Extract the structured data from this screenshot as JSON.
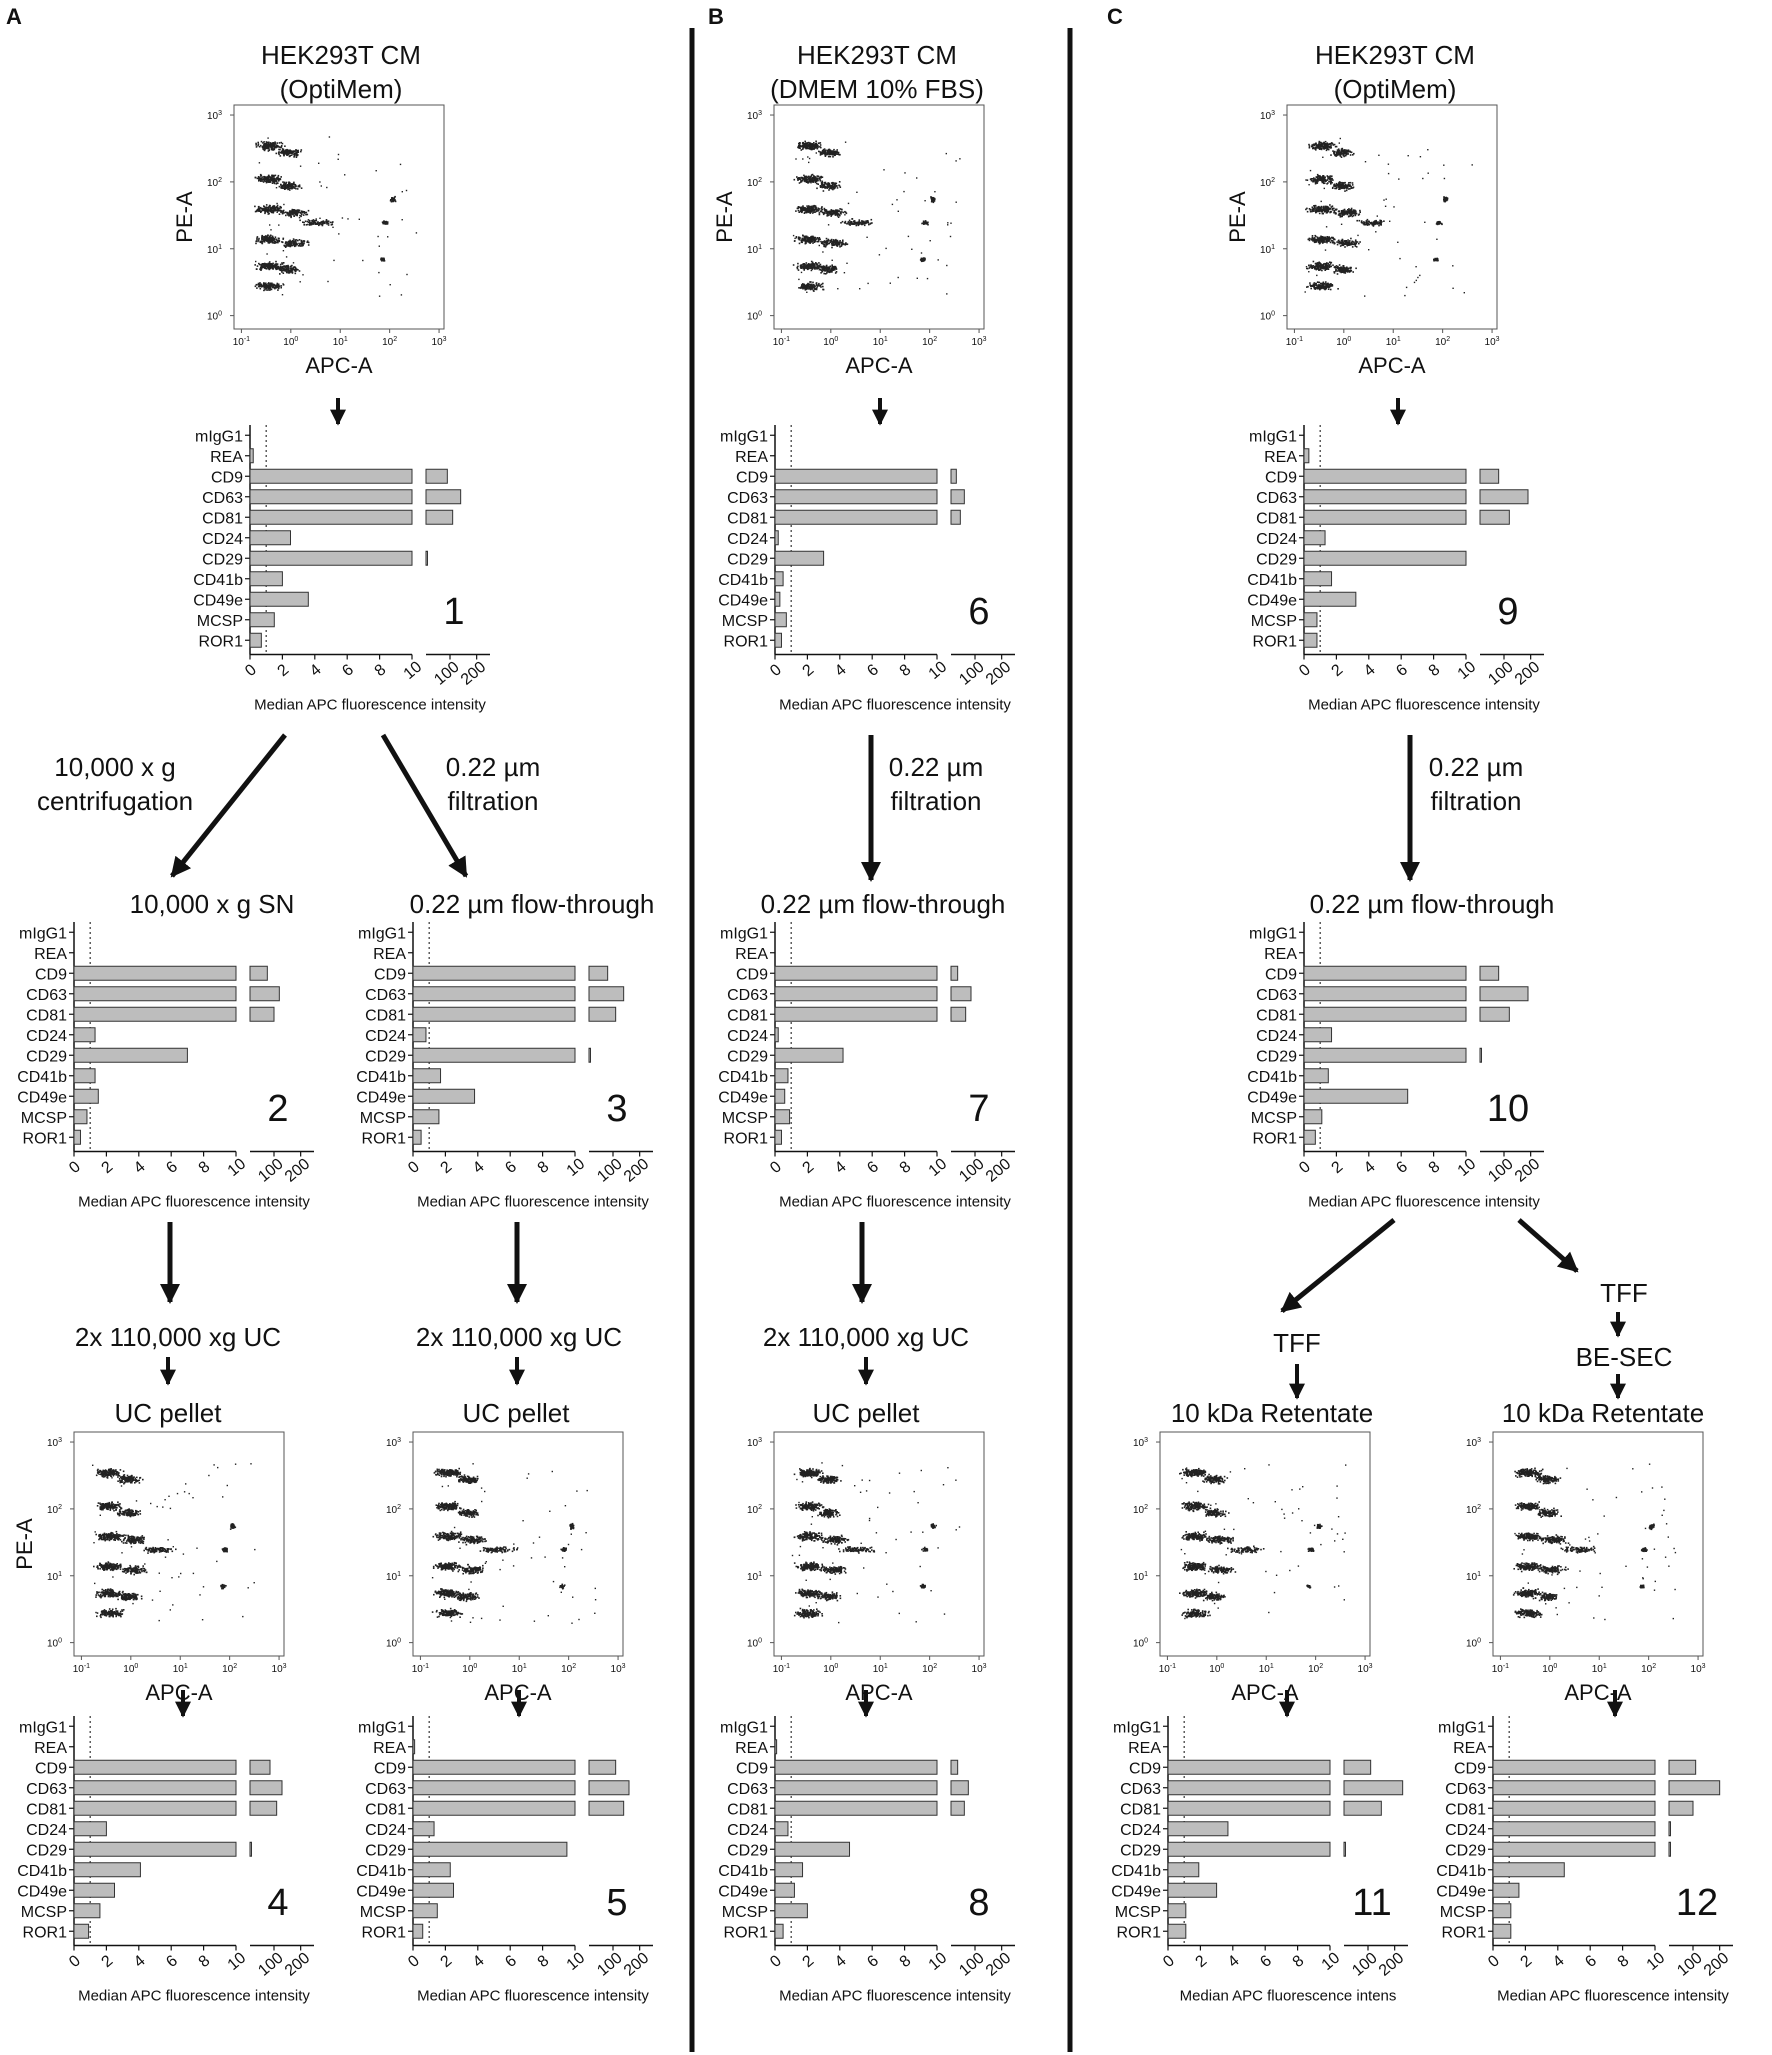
{
  "panels": [
    {
      "letter": "A"
    },
    {
      "letter": "B"
    },
    {
      "letter": "C"
    }
  ],
  "headers": [
    {
      "line1": "HEK293T CM",
      "line2": "(OptiMem)"
    },
    {
      "line1": "HEK293T CM",
      "line2": "(DMEM 10% FBS)"
    },
    {
      "line1": "HEK293T CM",
      "line2": "(OptiMem)"
    }
  ],
  "steps": {
    "centrifugation": {
      "line1": "10,000 x g",
      "line2": "centrifugation"
    },
    "filtration": {
      "line1": "0.22 µm",
      "line2": "filtration"
    },
    "sn_label": "10,000 x g SN",
    "flow_through": "0.22 µm flow-through",
    "uc": "2x 110,000 xg UC",
    "uc_pellet": "UC pellet",
    "tff": "TFF",
    "be_sec": "BE-SEC",
    "retentate": "10 kDa Retentate"
  },
  "axes": {
    "scatter_x": "APC-A",
    "scatter_y": "PE-A",
    "scatter_ticks": [
      "10-1",
      "100",
      "101",
      "102",
      "103"
    ],
    "scatter_y_ticks": [
      "100",
      "101",
      "102",
      "103"
    ],
    "bar_x_label": "Median APC fluorescence intensity",
    "bar_x_label_truncated": "Median APC fluorescence intens",
    "bar_ticks_low": [
      "0",
      "2",
      "4",
      "6",
      "8",
      "10"
    ],
    "bar_ticks_high": [
      "100",
      "200"
    ]
  },
  "colors": {
    "bar_fill": "#bdbdbd",
    "bar_stroke": "#333333",
    "dot": "#222222",
    "line": "#111111"
  },
  "chart_data": [
    {
      "type": "bar",
      "id": "1",
      "orientation": "horizontal",
      "categories": [
        "mIgG1",
        "REA",
        "CD9",
        "CD63",
        "CD81",
        "CD24",
        "CD29",
        "CD41b",
        "CD49e",
        "MCSP",
        "ROR1"
      ],
      "values": [
        0,
        0.2,
        90,
        140,
        110,
        2.5,
        15,
        2,
        3.6,
        1.5,
        0.7
      ],
      "threshold": 1,
      "xlim_low": [
        0,
        10
      ],
      "xlim_high": [
        10,
        250
      ],
      "xlabel": "Median APC fluorescence intensity"
    },
    {
      "type": "bar",
      "id": "2",
      "orientation": "horizontal",
      "categories": [
        "mIgG1",
        "REA",
        "CD9",
        "CD63",
        "CD81",
        "CD24",
        "CD29",
        "CD41b",
        "CD49e",
        "MCSP",
        "ROR1"
      ],
      "values": [
        0,
        0,
        75,
        120,
        100,
        1.3,
        7,
        1.3,
        1.5,
        0.8,
        0.4
      ],
      "threshold": 1,
      "xlim_low": [
        0,
        10
      ],
      "xlim_high": [
        10,
        250
      ],
      "xlabel": "Median APC fluorescence intensity"
    },
    {
      "type": "bar",
      "id": "3",
      "orientation": "horizontal",
      "categories": [
        "mIgG1",
        "REA",
        "CD9",
        "CD63",
        "CD81",
        "CD24",
        "CD29",
        "CD41b",
        "CD49e",
        "MCSP",
        "ROR1"
      ],
      "values": [
        0,
        0,
        80,
        140,
        110,
        0.8,
        12,
        1.7,
        3.8,
        1.6,
        0.5
      ],
      "threshold": 1,
      "xlim_low": [
        0,
        10
      ],
      "xlim_high": [
        10,
        250
      ],
      "xlabel": "Median APC fluorescence intensity"
    },
    {
      "type": "bar",
      "id": "4",
      "orientation": "horizontal",
      "categories": [
        "mIgG1",
        "REA",
        "CD9",
        "CD63",
        "CD81",
        "CD24",
        "CD29",
        "CD41b",
        "CD49e",
        "MCSP",
        "ROR1"
      ],
      "values": [
        0,
        0,
        85,
        130,
        110,
        2,
        12,
        4.1,
        2.5,
        1.6,
        0.9
      ],
      "threshold": 1,
      "xlim_low": [
        0,
        10
      ],
      "xlim_high": [
        10,
        250
      ],
      "xlabel": "Median APC fluorescence intensity"
    },
    {
      "type": "bar",
      "id": "5",
      "orientation": "horizontal",
      "categories": [
        "mIgG1",
        "REA",
        "CD9",
        "CD63",
        "CD81",
        "CD24",
        "CD29",
        "CD41b",
        "CD49e",
        "MCSP",
        "ROR1"
      ],
      "values": [
        0,
        0.1,
        110,
        160,
        140,
        1.3,
        9.5,
        2.3,
        2.5,
        1.5,
        0.6
      ],
      "threshold": 1,
      "xlim_low": [
        0,
        10
      ],
      "xlim_high": [
        10,
        250
      ],
      "xlabel": "Median APC fluorescence intensity"
    },
    {
      "type": "bar",
      "id": "6",
      "orientation": "horizontal",
      "categories": [
        "mIgG1",
        "REA",
        "CD9",
        "CD63",
        "CD81",
        "CD24",
        "CD29",
        "CD41b",
        "CD49e",
        "MCSP",
        "ROR1"
      ],
      "values": [
        0,
        0,
        30,
        60,
        45,
        0.2,
        3,
        0.5,
        0.3,
        0.7,
        0.4
      ],
      "threshold": 1,
      "xlim_low": [
        0,
        10
      ],
      "xlim_high": [
        10,
        250
      ],
      "xlabel": "Median APC fluorescence intensity"
    },
    {
      "type": "bar",
      "id": "7",
      "orientation": "horizontal",
      "categories": [
        "mIgG1",
        "REA",
        "CD9",
        "CD63",
        "CD81",
        "CD24",
        "CD29",
        "CD41b",
        "CD49e",
        "MCSP",
        "ROR1"
      ],
      "values": [
        0,
        0,
        35,
        85,
        65,
        0.2,
        4.2,
        0.8,
        0.6,
        0.9,
        0.4
      ],
      "threshold": 1,
      "xlim_low": [
        0,
        10
      ],
      "xlim_high": [
        10,
        250
      ],
      "xlabel": "Median APC fluorescence intensity"
    },
    {
      "type": "bar",
      "id": "8",
      "orientation": "horizontal",
      "categories": [
        "mIgG1",
        "REA",
        "CD9",
        "CD63",
        "CD81",
        "CD24",
        "CD29",
        "CD41b",
        "CD49e",
        "MCSP",
        "ROR1"
      ],
      "values": [
        0,
        0.1,
        35,
        75,
        60,
        0.8,
        4.6,
        1.7,
        1.2,
        2,
        0.5
      ],
      "threshold": 1,
      "xlim_low": [
        0,
        10
      ],
      "xlim_high": [
        10,
        250
      ],
      "xlabel": "Median APC fluorescence intensity"
    },
    {
      "type": "bar",
      "id": "9",
      "orientation": "horizontal",
      "categories": [
        "mIgG1",
        "REA",
        "CD9",
        "CD63",
        "CD81",
        "CD24",
        "CD29",
        "CD41b",
        "CD49e",
        "MCSP",
        "ROR1"
      ],
      "values": [
        0,
        0.3,
        80,
        190,
        120,
        1.3,
        10,
        1.7,
        3.2,
        0.8,
        0.8
      ],
      "threshold": 1,
      "xlim_low": [
        0,
        10
      ],
      "xlim_high": [
        10,
        250
      ],
      "xlabel": "Median APC fluorescence intensity"
    },
    {
      "type": "bar",
      "id": "10",
      "orientation": "horizontal",
      "categories": [
        "mIgG1",
        "REA",
        "CD9",
        "CD63",
        "CD81",
        "CD24",
        "CD29",
        "CD41b",
        "CD49e",
        "MCSP",
        "ROR1"
      ],
      "values": [
        0,
        0,
        80,
        190,
        120,
        1.7,
        12,
        1.5,
        6.4,
        1.1,
        0.7
      ],
      "threshold": 1,
      "xlim_low": [
        0,
        10
      ],
      "xlim_high": [
        10,
        250
      ],
      "xlabel": "Median APC fluorescence intensity"
    },
    {
      "type": "bar",
      "id": "11",
      "orientation": "horizontal",
      "categories": [
        "mIgG1",
        "REA",
        "CD9",
        "CD63",
        "CD81",
        "CD24",
        "CD29",
        "CD41b",
        "CD49e",
        "MCSP",
        "ROR1"
      ],
      "values": [
        0,
        0,
        110,
        230,
        150,
        3.7,
        14,
        1.9,
        3,
        1.1,
        1.1
      ],
      "threshold": 1,
      "xlim_low": [
        0,
        10
      ],
      "xlim_high": [
        10,
        250
      ],
      "xlabel": "Median APC fluorescence intens"
    },
    {
      "type": "bar",
      "id": "12",
      "orientation": "horizontal",
      "categories": [
        "mIgG1",
        "REA",
        "CD9",
        "CD63",
        "CD81",
        "CD24",
        "CD29",
        "CD41b",
        "CD49e",
        "MCSP",
        "ROR1"
      ],
      "values": [
        0,
        0,
        110,
        200,
        100,
        11,
        12,
        4.4,
        1.6,
        1.1,
        1.1
      ],
      "threshold": 1,
      "xlim_low": [
        0,
        10
      ],
      "xlim_high": [
        10,
        250
      ],
      "xlabel": "Median APC fluorescence intensity"
    },
    {
      "type": "scatter",
      "id": "scatter-A-top",
      "xlabel": "APC-A",
      "ylabel": "PE-A",
      "xscale": "log",
      "yscale": "log",
      "xlim": [
        0.1,
        1000
      ],
      "ylim": [
        1,
        1000
      ]
    },
    {
      "type": "scatter",
      "id": "scatter-B-top",
      "xlabel": "APC-A",
      "ylabel": "PE-A",
      "xscale": "log",
      "yscale": "log",
      "xlim": [
        0.1,
        1000
      ],
      "ylim": [
        1,
        1000
      ]
    },
    {
      "type": "scatter",
      "id": "scatter-C-top",
      "xlabel": "APC-A",
      "ylabel": "PE-A",
      "xscale": "log",
      "yscale": "log",
      "xlim": [
        0.1,
        1000
      ],
      "ylim": [
        1,
        1000
      ]
    },
    {
      "type": "scatter",
      "id": "scatter-4",
      "xlabel": "APC-A",
      "ylabel": "PE-A",
      "xscale": "log",
      "yscale": "log",
      "xlim": [
        0.1,
        1000
      ],
      "ylim": [
        1,
        1000
      ]
    },
    {
      "type": "scatter",
      "id": "scatter-5",
      "xlabel": "APC-A",
      "ylabel": "",
      "xscale": "log",
      "yscale": "log",
      "xlim": [
        0.1,
        1000
      ],
      "ylim": [
        1,
        1000
      ]
    },
    {
      "type": "scatter",
      "id": "scatter-8",
      "xlabel": "APC-A",
      "ylabel": "",
      "xscale": "log",
      "yscale": "log",
      "xlim": [
        0.1,
        1000
      ],
      "ylim": [
        1,
        1000
      ]
    },
    {
      "type": "scatter",
      "id": "scatter-11",
      "xlabel": "APC-A",
      "ylabel": "",
      "xscale": "log",
      "yscale": "log",
      "xlim": [
        0.1,
        1000
      ],
      "ylim": [
        1,
        1000
      ]
    },
    {
      "type": "scatter",
      "id": "scatter-12",
      "xlabel": "APC-A",
      "ylabel": "",
      "xscale": "log",
      "yscale": "log",
      "xlim": [
        0.1,
        1000
      ],
      "ylim": [
        1,
        1000
      ]
    }
  ]
}
